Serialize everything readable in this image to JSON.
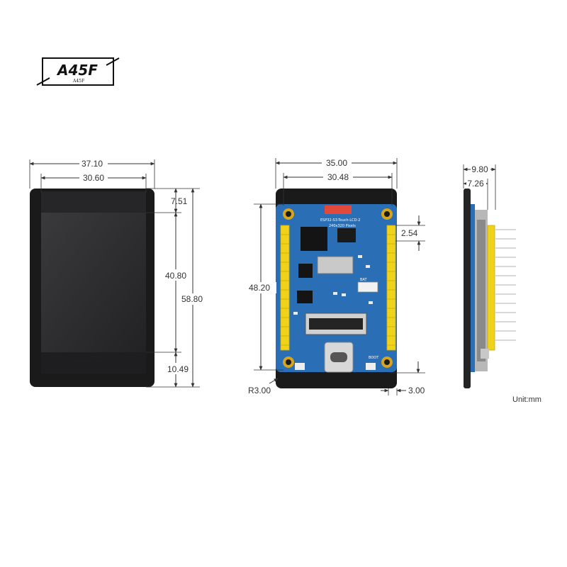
{
  "logo": {
    "text": "A45F",
    "subtext": "A45F"
  },
  "front_view": {
    "dims": {
      "width_outer": "37.10",
      "width_inner": "30.60",
      "top": "7.51",
      "display": "40.80",
      "height": "58.80",
      "bottom": "10.49"
    }
  },
  "back_view": {
    "dims": {
      "width_outer": "35.00",
      "width_inner": "30.48",
      "height": "48.20",
      "pitch": "2.54",
      "radius": "R3.00",
      "offset": "3.00"
    },
    "pcb": {
      "title": "ESP32-S3-Touch-LCD-2",
      "subtitle": "240x320 Pixels",
      "bat": "BAT",
      "boot": "BOOT"
    }
  },
  "side_view": {
    "dims": {
      "depth_outer": "9.80",
      "depth_inner": "7.26"
    }
  },
  "unit": "Unit:mm",
  "colors": {
    "pcb": "#2a6fb5",
    "bezel": "#1a1a1a",
    "screen": "#2e2e30",
    "header": "#f1d21a",
    "dim_line": "#333333"
  }
}
